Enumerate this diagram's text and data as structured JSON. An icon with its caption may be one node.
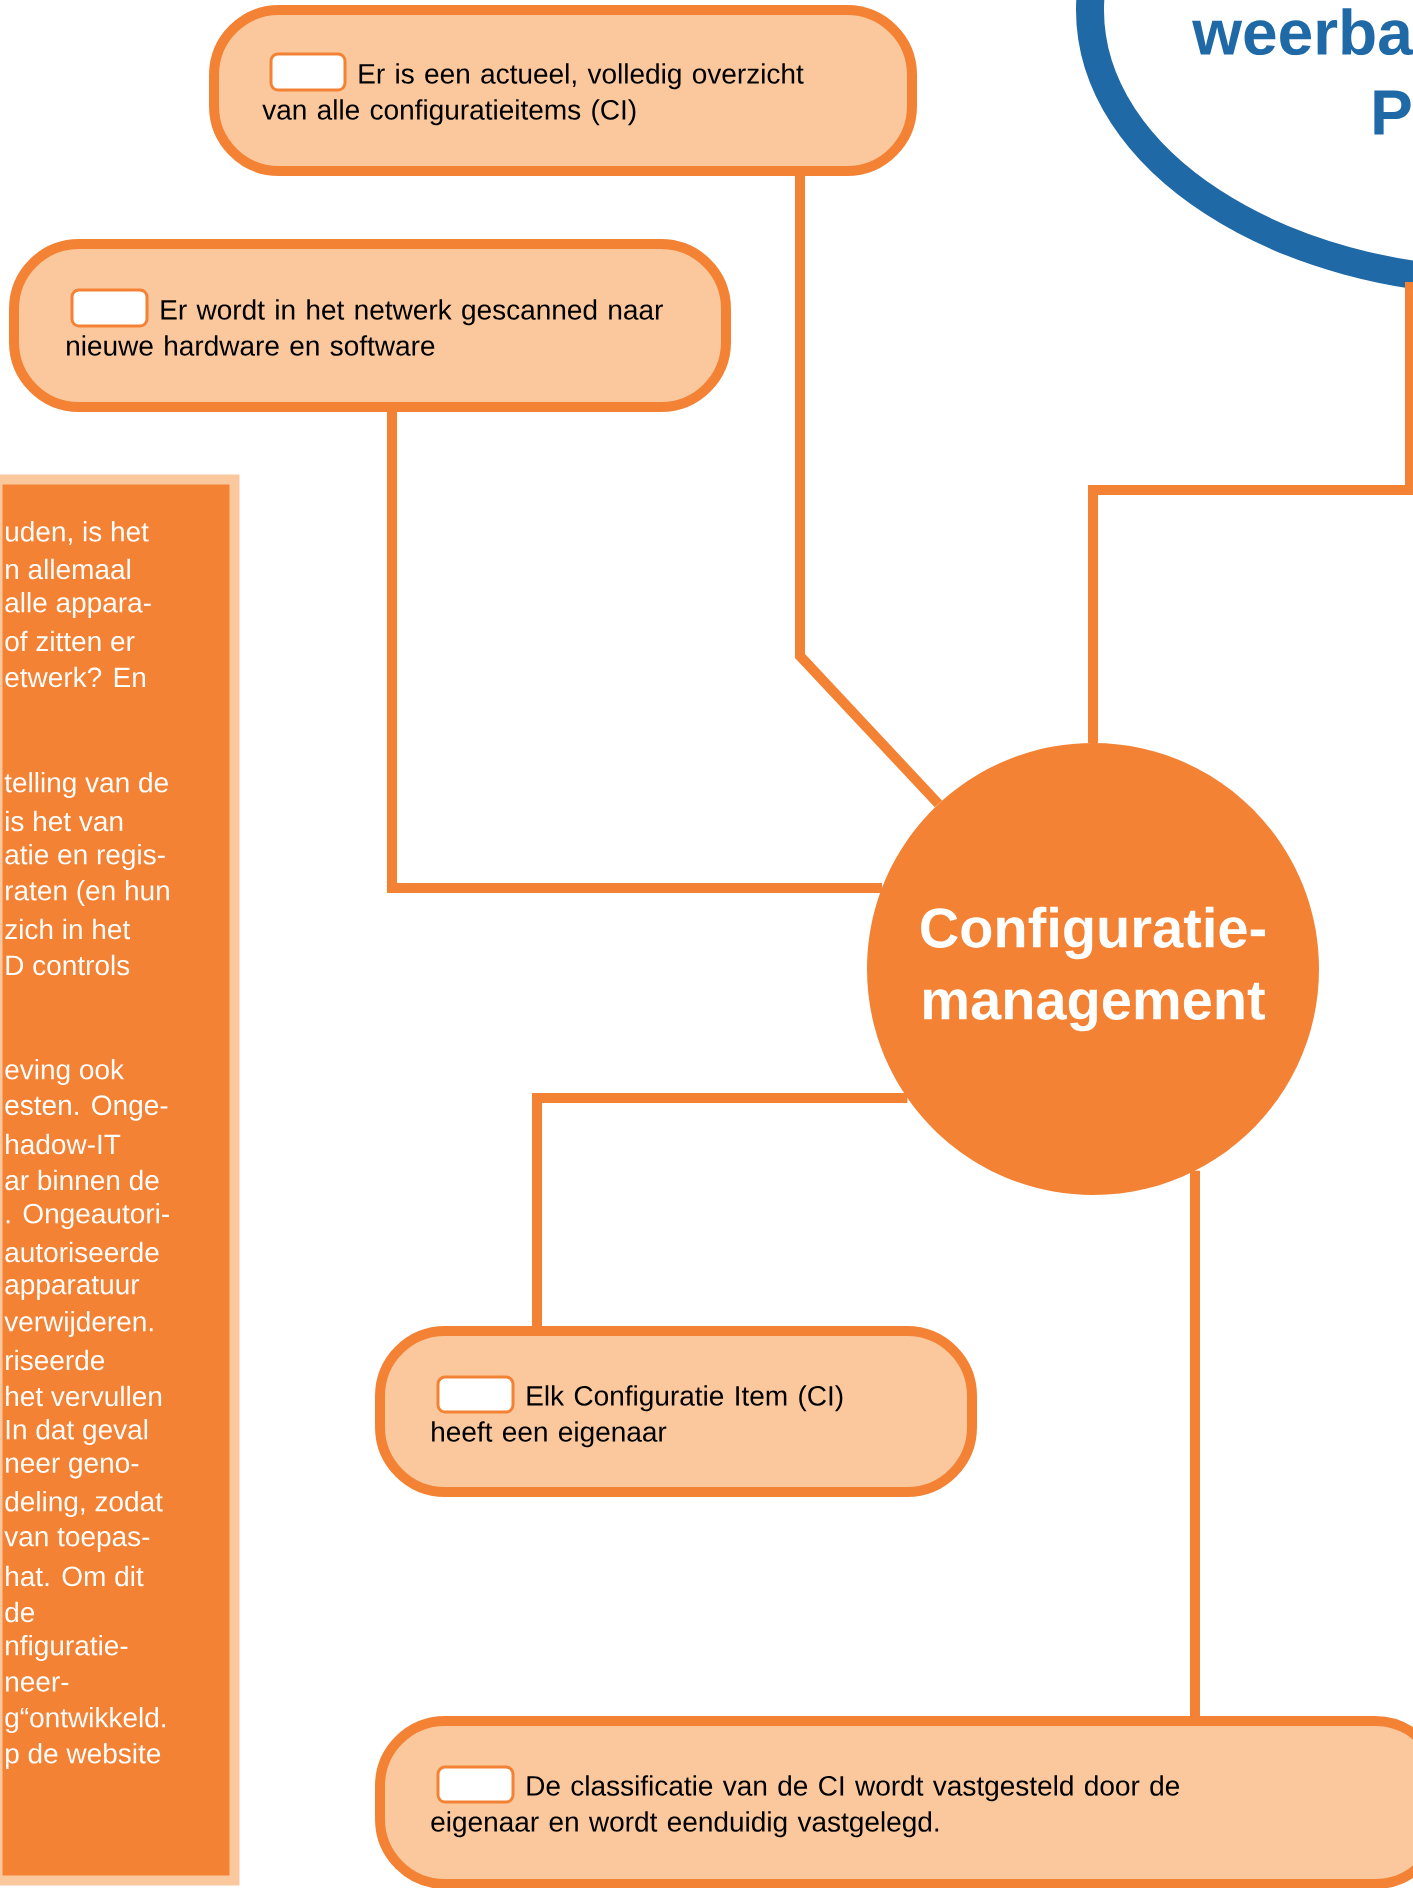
{
  "diagram": {
    "nodes": [
      {
        "text": [
          "weerba P"
        ]
      },
      {
        "text": [
          "Er is een actueel, volledig overzicht van alle configuratieitems (CI)"
        ]
      },
      {
        "text": [
          "Er wordt in het netwerk gescanned naar nieuwe hardware en software"
        ]
      },
      {
        "text": [
          "uden, is het",
          "n allemaal",
          "alle appara-",
          "of zitten er",
          "etwerk? En",
          "telling van de",
          "is het van",
          "atie en regis-",
          "raten (en hun",
          "zich in het",
          "D controls",
          "eving ook",
          "esten.  Onge-",
          "hadow-IT",
          "ar binnen de",
          ". Ongeautori-",
          "autoriseerde",
          "apparatuur",
          "verwijderen.",
          "riseerde",
          "het vervullen",
          "In dat geval",
          "neer geno-",
          "deling, zodat",
          "van toepas-",
          "hat. Om dit",
          "de",
          "nfiguratie-",
          "neer-",
          "g“ontwikkeld.",
          "p de website"
        ]
      },
      {
        "text": [
          "Configuratie- management"
        ]
      },
      {
        "text": [
          "Elk Configuratie Item (CI) heeft een eigenaar"
        ]
      },
      {
        "text": [
          "De classificatie van de CI wordt vastgesteld door de eigenaar en wordt eenduidig vastgelegd."
        ]
      }
    ],
    "edges": [
      {
        "from": 0,
        "to": 4,
        "arrow": "none"
      },
      {
        "from": 1,
        "to": 4,
        "arrow": "none"
      },
      {
        "from": 2,
        "to": 4,
        "arrow": "none"
      },
      {
        "from": 4,
        "to": 5,
        "arrow": "none"
      },
      {
        "from": 4,
        "to": 6,
        "arrow": "none"
      }
    ]
  }
}
